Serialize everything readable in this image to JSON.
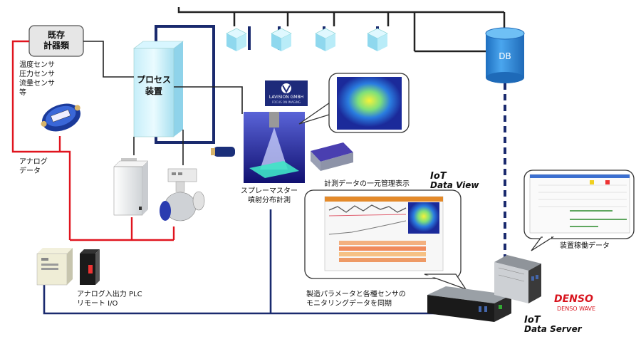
{
  "instruments": {
    "title": "既存\n計器類",
    "sensors": [
      "温度センサ",
      "圧力センサ",
      "流量センサ",
      "等"
    ]
  },
  "analog_data": [
    "アナログ",
    "データ"
  ],
  "process_unit": [
    "プロセス",
    "装置"
  ],
  "db": {
    "label": "DB"
  },
  "lavision": {
    "name": "LAVISION GMBH",
    "tagline": "FOCUS ON IMAGING"
  },
  "spray": [
    "スプレーマスター",
    "噴射分布計測"
  ],
  "data_view": {
    "caption": "計測データの一元管理表示",
    "brand_top": "IoT",
    "brand_bottom": "Data View"
  },
  "plc": [
    "アナログ入出力 PLC",
    "リモート I/O"
  ],
  "sync": [
    "製造パラメータと各種センサの",
    "モニタリングデータを同期"
  ],
  "equipment": {
    "caption": "装置稼働データ"
  },
  "data_server": {
    "brand_top": "IoT",
    "brand_bottom": "Data Server"
  },
  "denso": {
    "logo": "DENSO",
    "sub": "DENSO WAVE"
  },
  "colors": {
    "network": "#1a2a6e",
    "analog_line": "#e0141e",
    "black_line": "#222222",
    "db": "#2f8fd8",
    "cube": "#9fe3f4"
  }
}
